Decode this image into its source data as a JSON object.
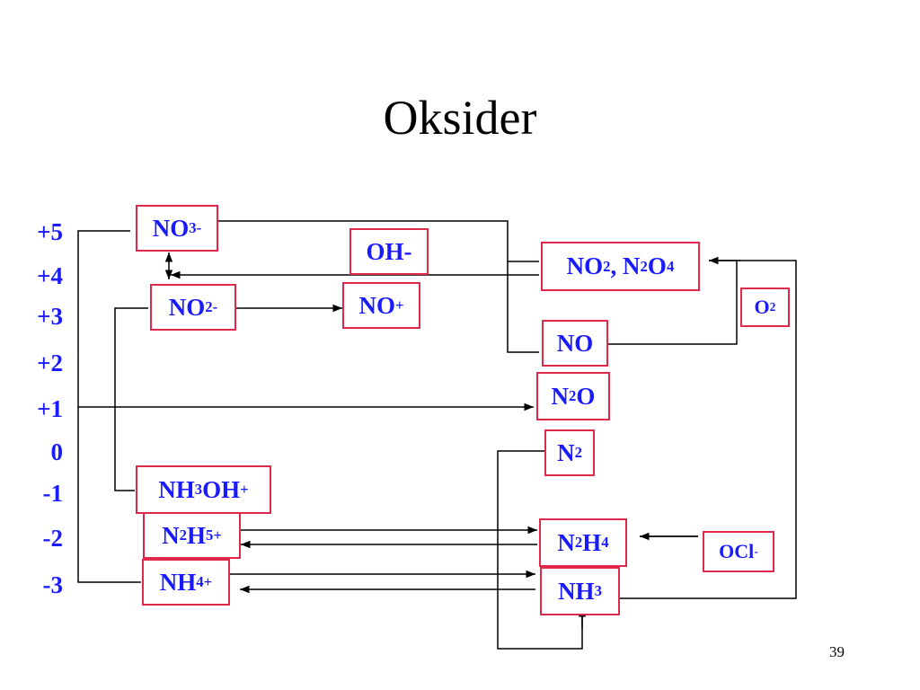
{
  "title": "Oksider",
  "page_number": "39",
  "oxidation_states": [
    "+5",
    "+4",
    "+3",
    "+2",
    "+1",
    "0",
    "-1",
    "-2",
    "-3"
  ],
  "species": {
    "no3": {
      "base": "NO",
      "sub": "3",
      "sup": "-"
    },
    "oh": {
      "text": "OH-"
    },
    "no2_n2o4": {
      "a_base": "NO",
      "a_sub": "2",
      "sep": ", ",
      "b1": "N",
      "b1_sub": "2",
      "b2": "O",
      "b2_sub": "4"
    },
    "no2_minus": {
      "base": "NO",
      "sub": "2",
      "sup": "-"
    },
    "no_plus": {
      "base": "NO",
      "sup": "+"
    },
    "o2": {
      "base": "O",
      "sub": "2"
    },
    "no": {
      "text": "NO"
    },
    "n2o": {
      "a": "N",
      "a_sub": "2",
      "b": "O"
    },
    "n2": {
      "base": "N",
      "sub": "2"
    },
    "nh3oh": {
      "a": "NH",
      "a_sub": "3",
      "b": "OH",
      "sup": "+"
    },
    "n2h5": {
      "a": "N",
      "a_sub": "2",
      "b": "H",
      "b_sub": "5",
      "sup": "+"
    },
    "n2h4": {
      "a": "N",
      "a_sub": "2",
      "b": "H",
      "b_sub": "4"
    },
    "ocl": {
      "base": "OCl",
      "sup": "-"
    },
    "nh4": {
      "base": "NH",
      "sub": "4",
      "sup": "+"
    },
    "nh3": {
      "base": "NH",
      "sub": "3"
    }
  }
}
